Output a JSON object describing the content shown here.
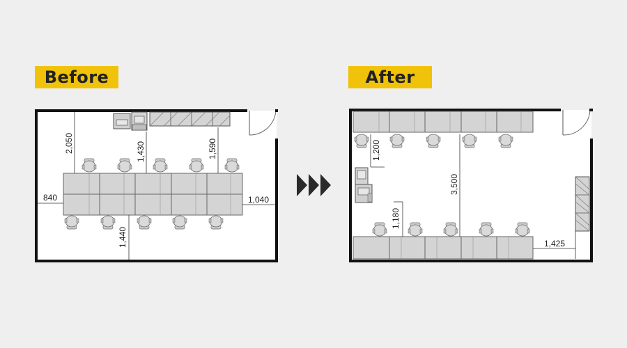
{
  "labels": {
    "before": "Before",
    "after": "After"
  },
  "colors": {
    "badge": "#f0c20a",
    "wall": "#111111",
    "furniture": "#d4d4d4",
    "arrow": "#2a2a2a",
    "background": "#efefef"
  },
  "before_dims": {
    "d1": "2,050",
    "d2": "1,430",
    "d3": "1,590",
    "d4": "840",
    "d5": "1,040",
    "d6": "1,440"
  },
  "after_dims": {
    "d1": "1,200",
    "d2": "3,500",
    "d3": "1,180",
    "d4": "1,425"
  },
  "arrow_icon": "triple-chevron-right-icon"
}
